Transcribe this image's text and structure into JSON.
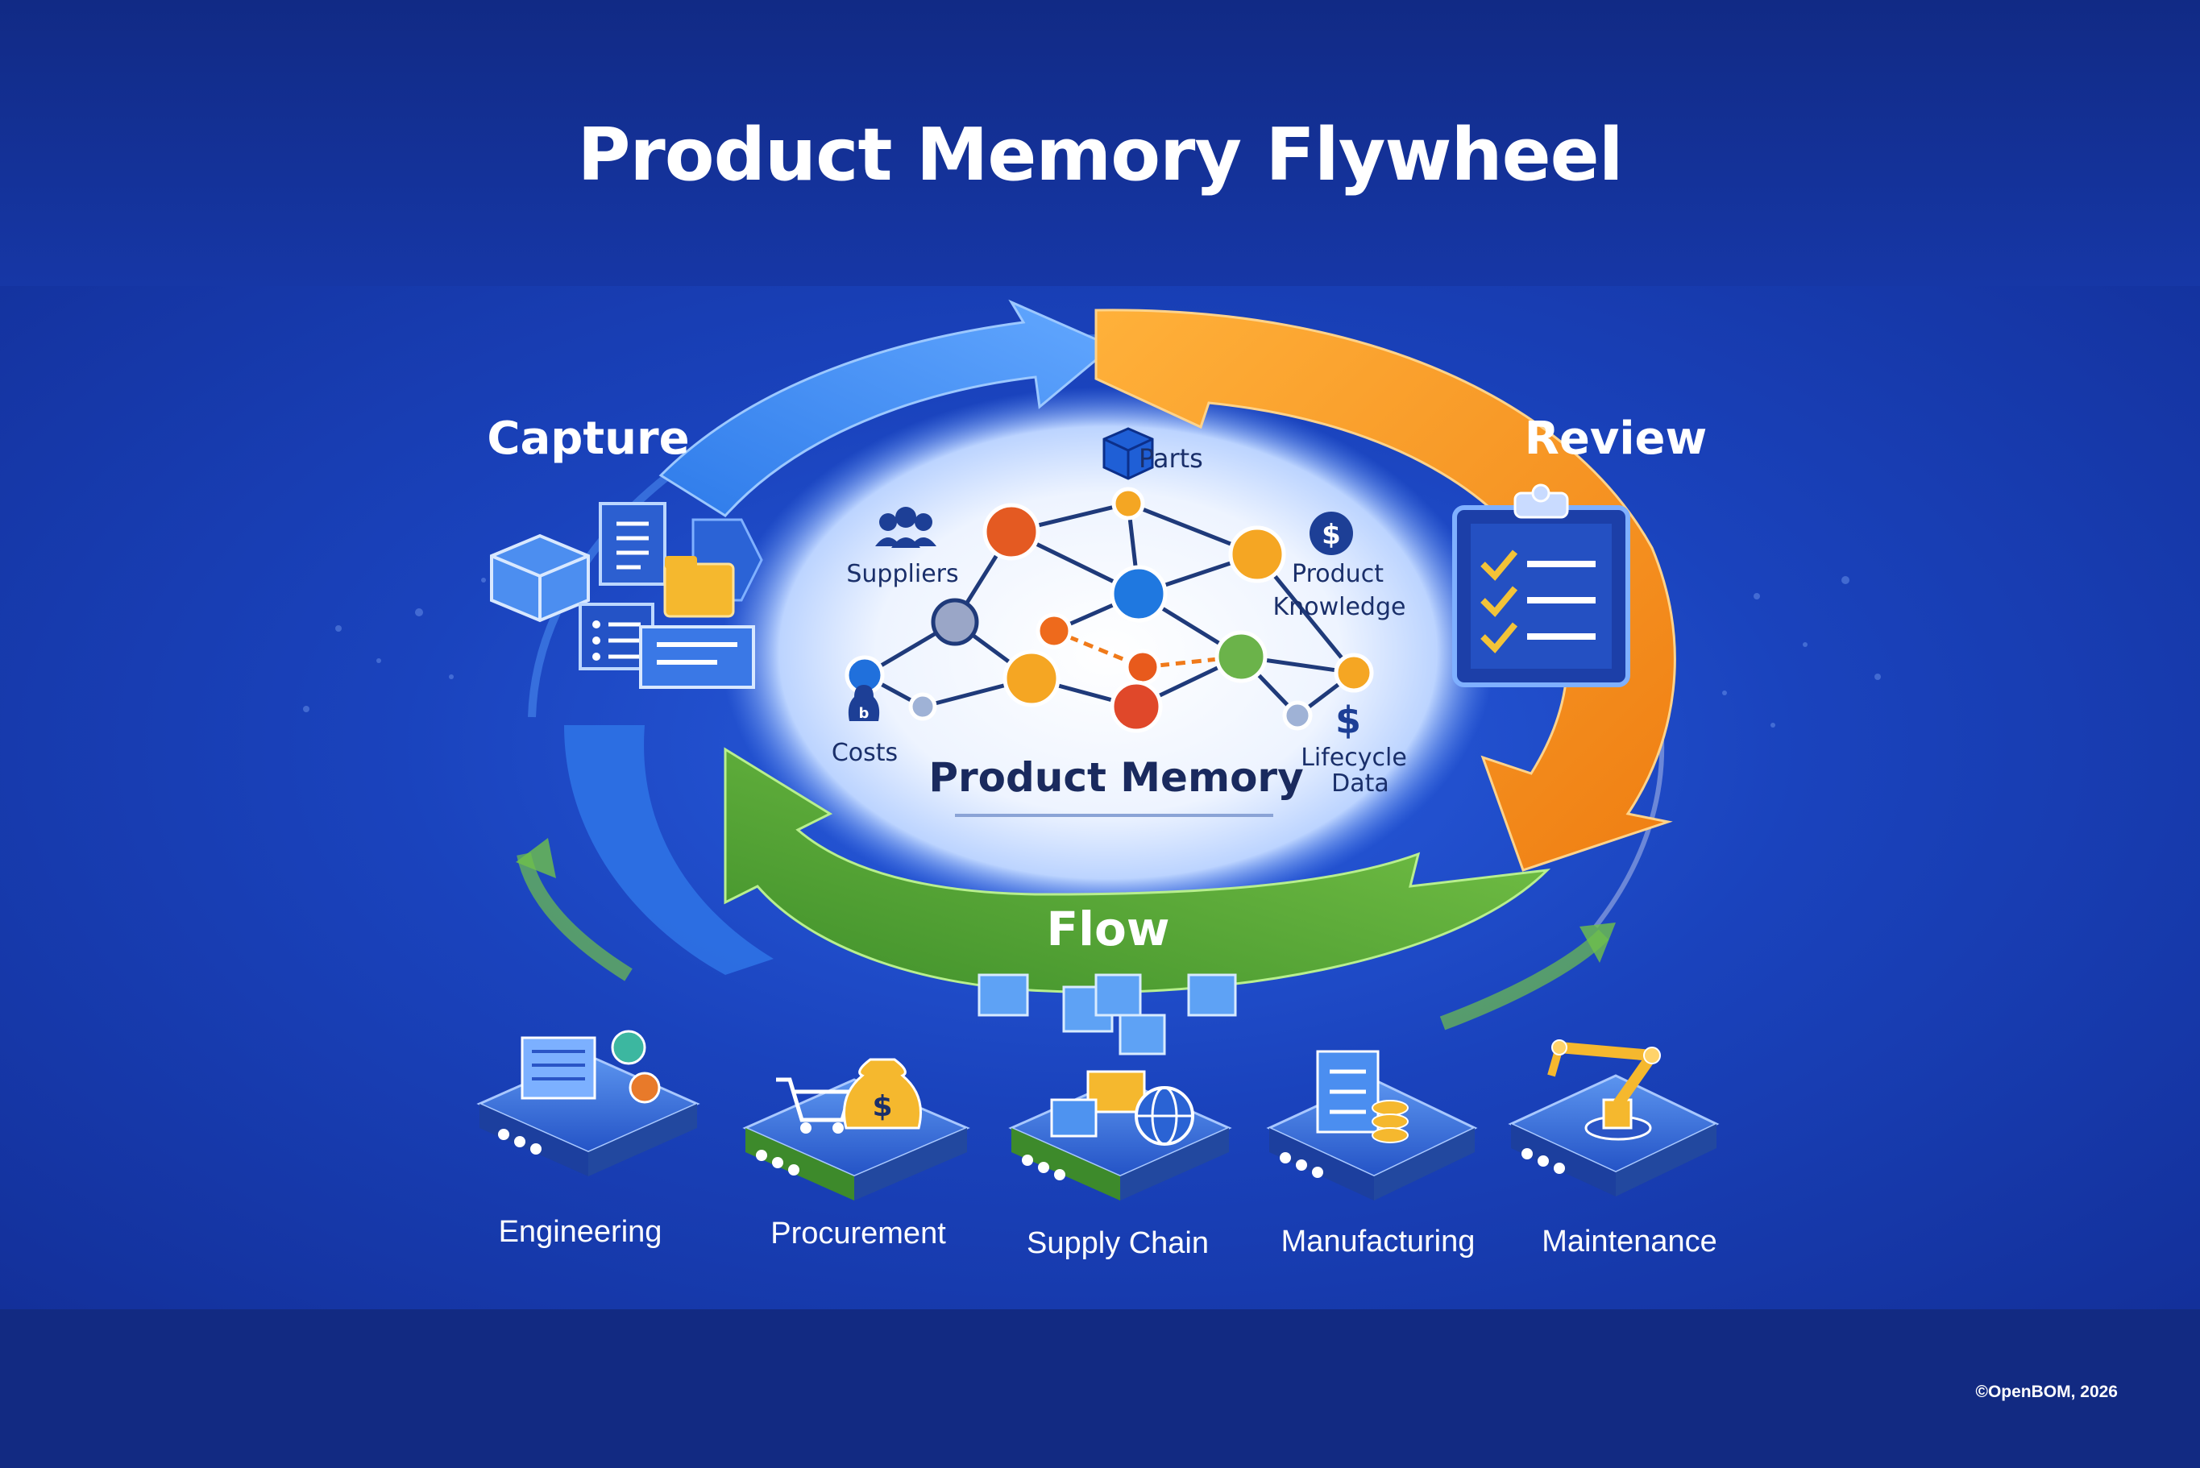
{
  "title": "Product Memory Flywheel",
  "cycle": {
    "capture": "Capture",
    "review": "Review",
    "flow": "Flow"
  },
  "center": {
    "title": "Product Memory",
    "labels": {
      "parts": "Parts",
      "suppliers": "Suppliers",
      "product_knowledge_1": "Product",
      "product_knowledge_2": "Knowledge",
      "costs": "Costs",
      "lifecycle_1": "Lifecycle",
      "lifecycle_2": "Data"
    }
  },
  "departments": [
    {
      "label": "Engineering",
      "icon": "engineering-icon"
    },
    {
      "label": "Procurement",
      "icon": "procurement-icon"
    },
    {
      "label": "Supply Chain",
      "icon": "supply-chain-icon"
    },
    {
      "label": "Manufacturing",
      "icon": "manufacturing-icon"
    },
    {
      "label": "Maintenance",
      "icon": "maintenance-icon"
    }
  ],
  "copyright": "©OpenBOM, 2026",
  "colors": {
    "capture": "#3b8cf0",
    "review": "#f39a1e",
    "flow": "#58a93a",
    "background": "#1a43bd"
  }
}
